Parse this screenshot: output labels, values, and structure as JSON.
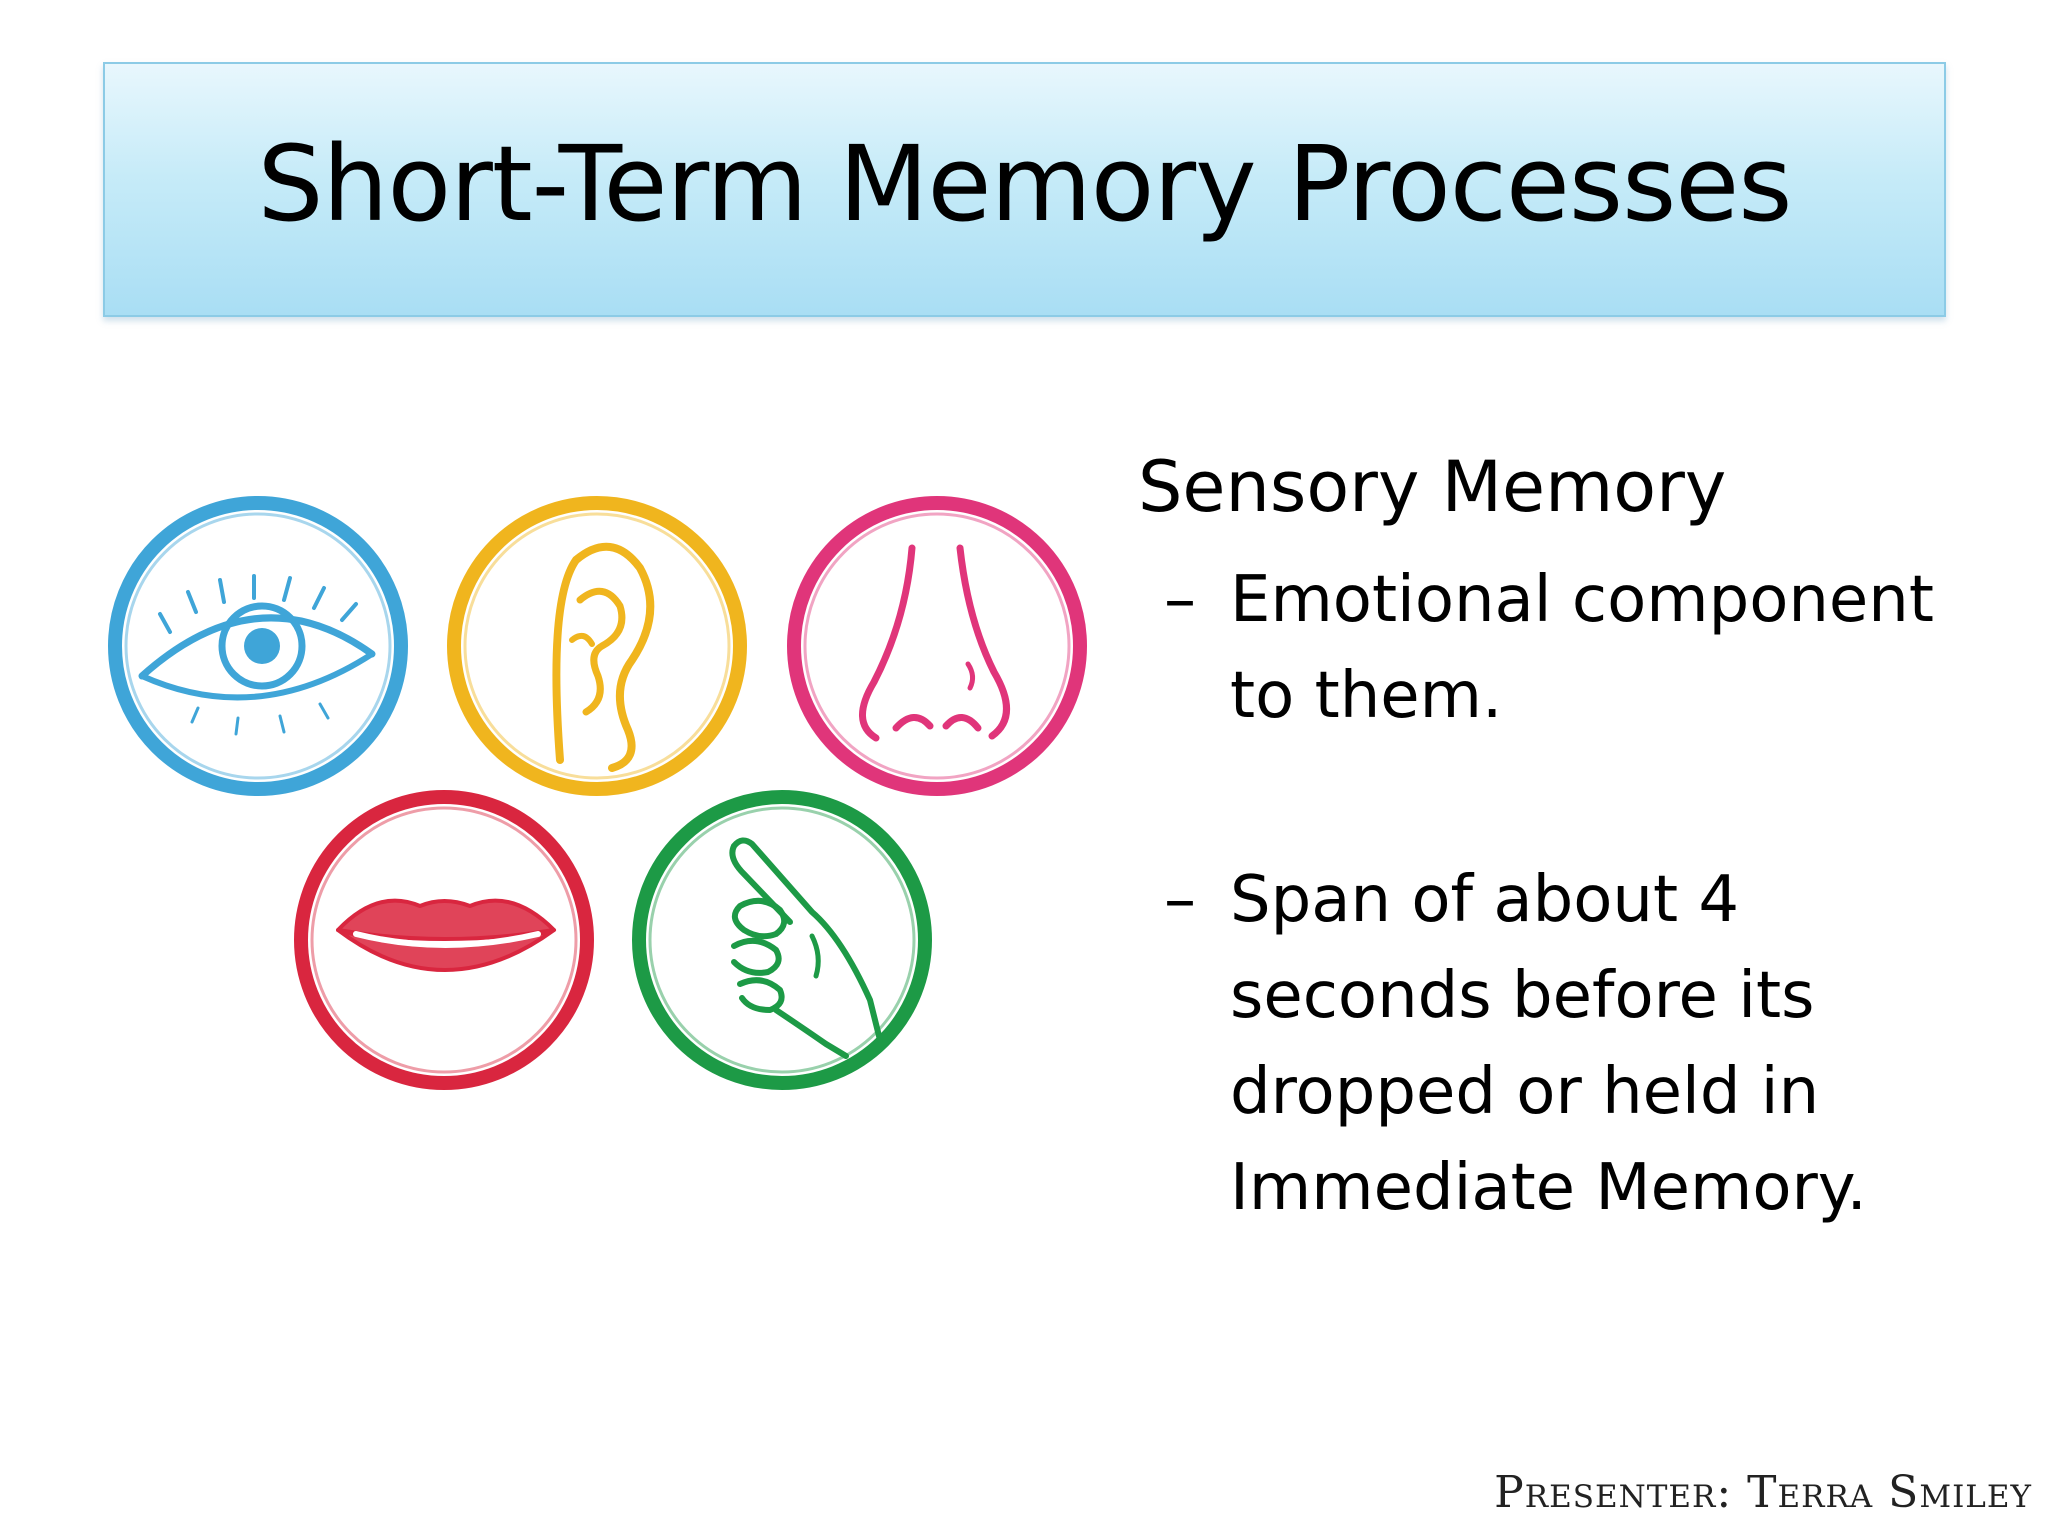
{
  "slide": {
    "title": "Short-Term Memory Processes",
    "heading": "Sensory Memory",
    "bullets": [
      "Emotional component to them.",
      "Span of about 4 seconds before its dropped or held in Immediate Memory."
    ],
    "bullet_marker": "–",
    "footer": "Presenter: Terra Smiley"
  },
  "sense_icons": [
    {
      "icon": "eye-icon",
      "color": "#3fa5d8"
    },
    {
      "icon": "ear-icon",
      "color": "#f0b51e"
    },
    {
      "icon": "nose-icon",
      "color": "#e0357a"
    },
    {
      "icon": "mouth-icon",
      "color": "#d9263f"
    },
    {
      "icon": "hand-icon",
      "color": "#1d9a46"
    }
  ]
}
